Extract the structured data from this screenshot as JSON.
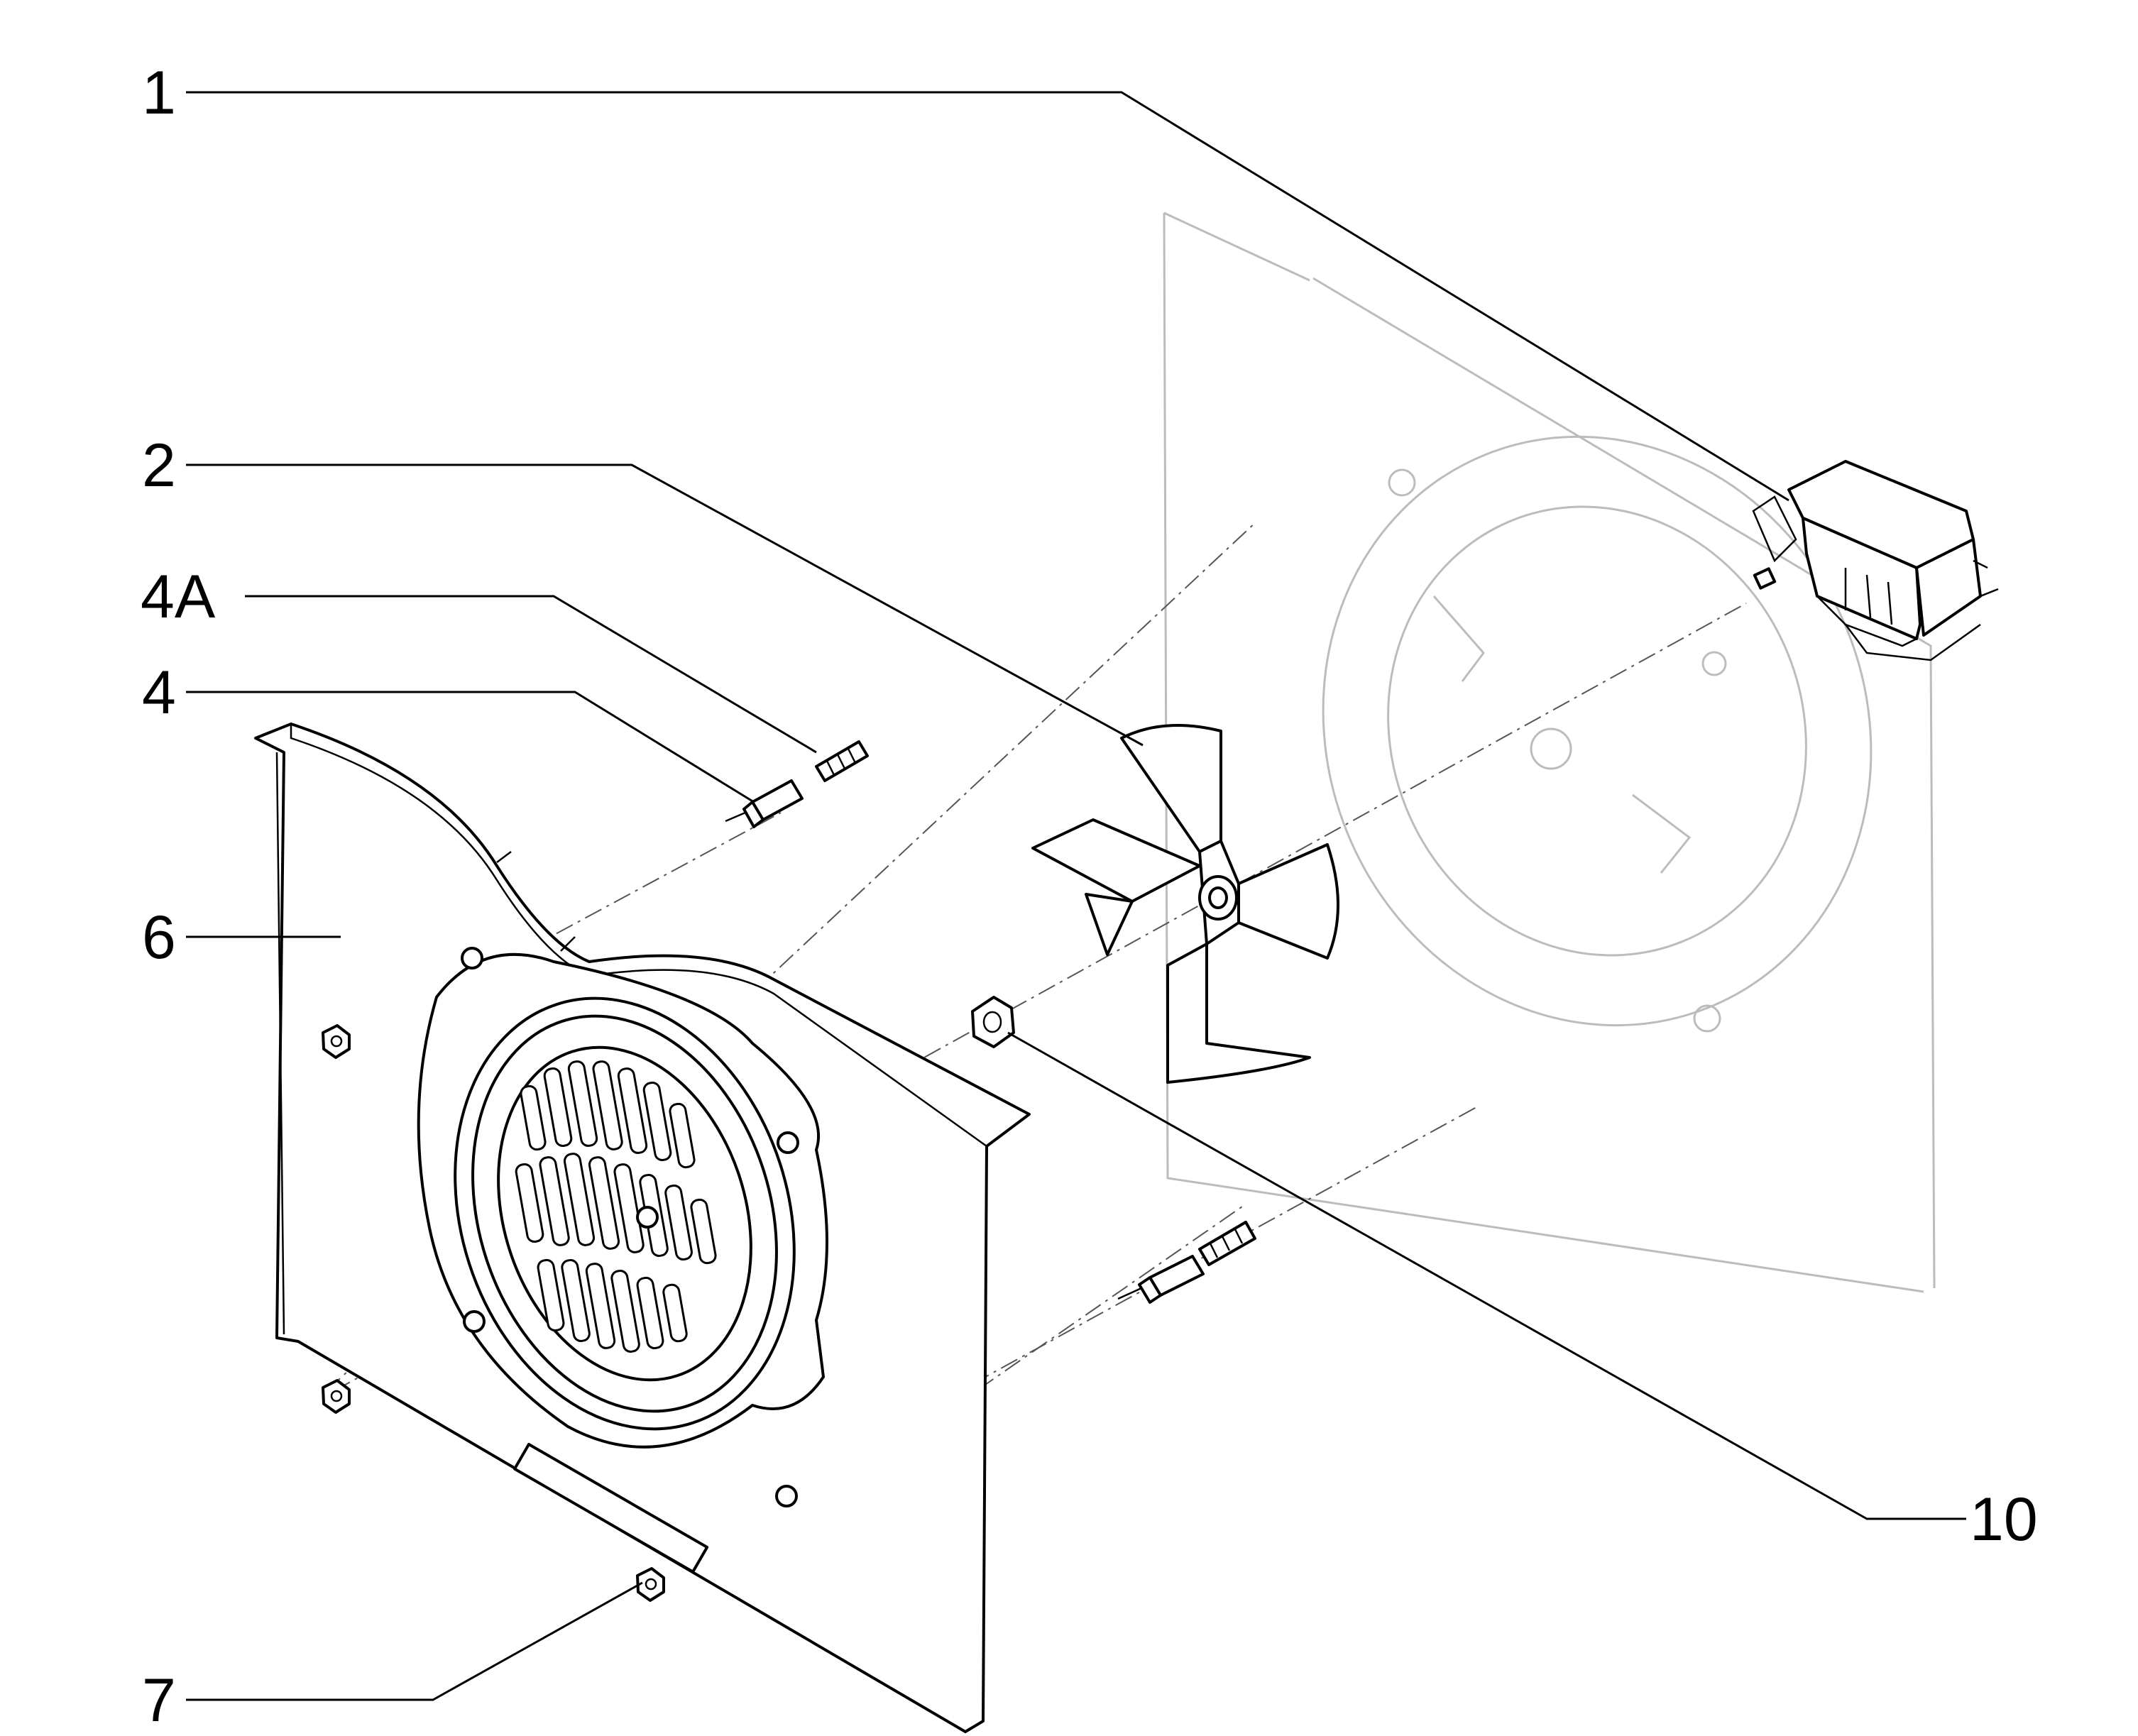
{
  "callouts": [
    {
      "id": "1",
      "label": "1",
      "target": "motor"
    },
    {
      "id": "2",
      "label": "2",
      "target": "fan-blade"
    },
    {
      "id": "4A",
      "label": "4A",
      "target": "stud"
    },
    {
      "id": "4",
      "label": "4",
      "target": "standoff"
    },
    {
      "id": "6",
      "label": "6",
      "target": "fan-cover-panel"
    },
    {
      "id": "7",
      "label": "7",
      "target": "nut"
    },
    {
      "id": "10",
      "label": "10",
      "target": "hex-nut"
    }
  ]
}
